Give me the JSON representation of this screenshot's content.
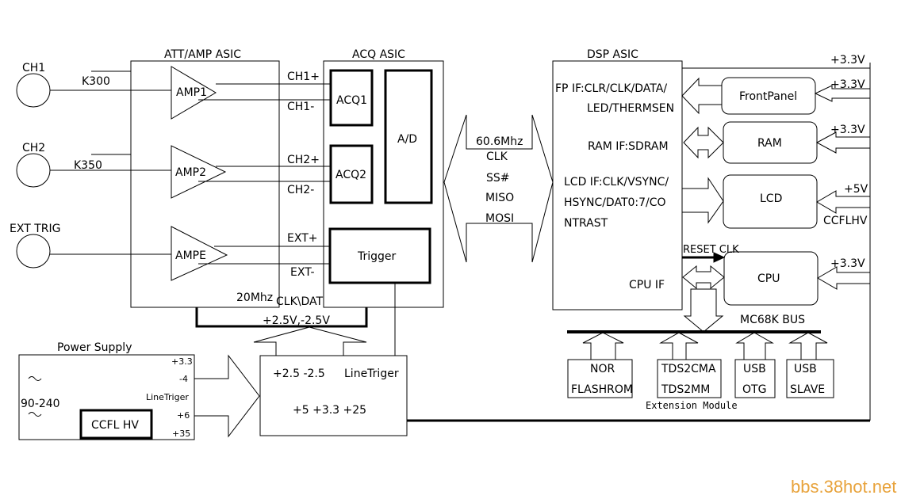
{
  "inputs": {
    "ch1": "CH1",
    "ch2": "CH2",
    "ext_trig": "EXT TRIG",
    "k300": "K300",
    "k350": "K350"
  },
  "att_amp": {
    "title": "ATT/AMP ASIC",
    "amp1": "AMP1",
    "amp2": "AMP2",
    "ampe": "AMPE"
  },
  "acq": {
    "title": "ACQ ASIC",
    "ch1p": "CH1+",
    "ch1m": "CH1-",
    "ch2p": "CH2+",
    "ch2m": "CH2-",
    "extp": "EXT+",
    "extm": "EXT-",
    "acq1": "ACQ1",
    "acq2": "ACQ2",
    "ad": "A/D",
    "trigger": "Trigger"
  },
  "clock_bus": {
    "freq": "20Mhz",
    "clkdat": "CLK\\DAT",
    "rails": "+2.5V,-2.5V"
  },
  "spi": {
    "freq": "60.6Mhz",
    "clk": "CLK",
    "ss": "SS#",
    "miso": "MISO",
    "mosi": "MOSI"
  },
  "dsp": {
    "title": "DSP ASIC",
    "fp_if_1": "FP IF:CLR/CLK/DATA/",
    "fp_if_2": "LED/THERMSEN",
    "ram_if": "RAM IF:SDRAM",
    "lcd_if_1": "LCD IF:CLK/VSYNC/",
    "lcd_if_2": "HSYNC/DAT0:7/CO",
    "lcd_if_3": "NTRAST",
    "cpu_if": "CPU IF",
    "reset_clk": "RESET CLK"
  },
  "periph": {
    "frontpanel": "FrontPanel",
    "ram": "RAM",
    "lcd": "LCD",
    "cpu": "CPU",
    "v33_top": "+3.3V",
    "v33_fp": "+3.3V",
    "v33_ram": "+3.3V",
    "v5": "+5V",
    "ccflhv": "CCFLHV",
    "v33_cpu": "+3.3V"
  },
  "bus": {
    "label": "MC68K BUS",
    "ext_module": "Extension Module"
  },
  "ext_modules": {
    "nor_1": "NOR",
    "nor_2": "FLASHROM",
    "tds_1": "TDS2CMA",
    "tds_2": "TDS2MM",
    "otg_1": "USB",
    "otg_2": "OTG",
    "slave_1": "USB",
    "slave_2": "SLAVE"
  },
  "power": {
    "title": "Power Supply",
    "input": "90-240",
    "ccfl_hv": "CCFL HV",
    "o33": "+3.3",
    "om4": "-4",
    "oline": "LineTriger",
    "o6": "+6",
    "o35": "+35"
  },
  "regulator": {
    "line1": "+2.5  -2.5",
    "line_triger": "LineTriger",
    "line2": "+5  +3.3  +25"
  },
  "watermark": "bbs.38hot.net"
}
